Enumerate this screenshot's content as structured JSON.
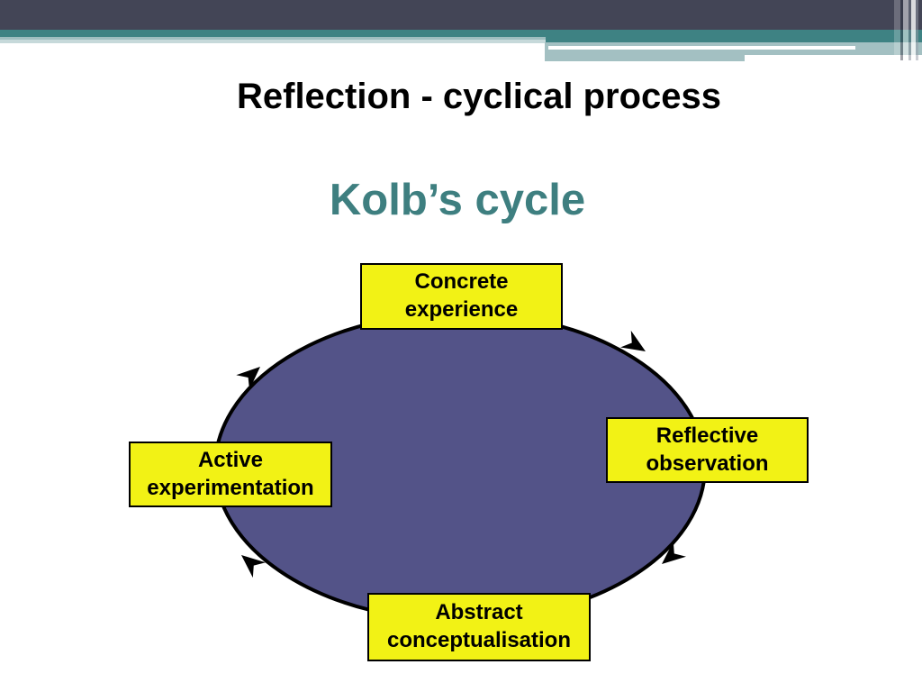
{
  "slide": {
    "title": "Reflection - cyclical process",
    "subtitle": "Kolb’s cycle"
  },
  "diagram": {
    "type": "cycle",
    "shape": "ellipse",
    "direction": "clockwise",
    "arrow_count": 4,
    "nodes": [
      {
        "id": "concrete-experience",
        "line1": "Concrete",
        "line2": "experience",
        "position": "top"
      },
      {
        "id": "reflective-observation",
        "line1": "Reflective",
        "line2": "observation",
        "position": "right"
      },
      {
        "id": "abstract-conceptualisation",
        "line1": "Abstract",
        "line2": "conceptualisation",
        "position": "bottom"
      },
      {
        "id": "active-experimentation",
        "line1": "Active",
        "line2": "experimentation",
        "position": "left"
      }
    ]
  },
  "colors": {
    "background": "#FFFFFF",
    "title_text": "#000000",
    "subtitle_text": "#3E7F80",
    "header_dark_band": "#434556",
    "header_teal_band": "#3E8283",
    "header_light_band": "#A3C0C2",
    "ellipse_fill": "#535388",
    "ellipse_outline": "#000000",
    "arrow_color": "#000000",
    "node_fill": "#F2F215",
    "node_border": "#000000",
    "node_text": "#000000"
  }
}
